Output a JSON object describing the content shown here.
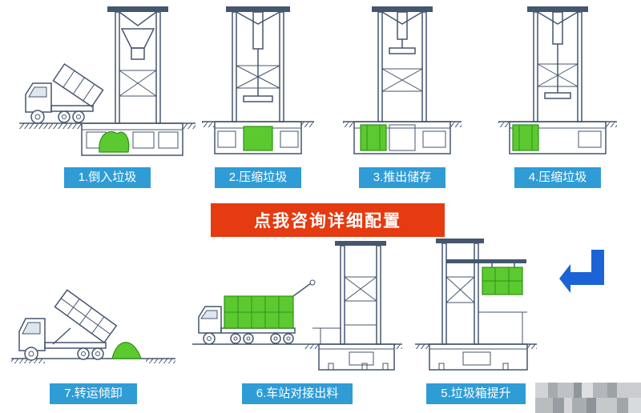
{
  "banner": {
    "label": "点我咨询详细配置",
    "bg_color": "#e63a10",
    "text_color": "#ffffff"
  },
  "steps": {
    "top": [
      {
        "label": "1.倒入垃圾",
        "diagram": "dump-truck-tipping-into-pit-station"
      },
      {
        "label": "2.压缩垃圾",
        "diagram": "compression-tower-ram-pressing"
      },
      {
        "label": "3.推出储存",
        "diagram": "compression-tower-pushed-storage"
      },
      {
        "label": "4.压缩垃圾",
        "diagram": "compression-tower-ram-pressing"
      }
    ],
    "bottom": [
      {
        "label": "7.转运倾卸",
        "diagram": "transfer-truck-tipping-unload"
      },
      {
        "label": "6.车站对接出料",
        "diagram": "truck-docking-station-discharge"
      },
      {
        "label": "5.垃圾箱提升",
        "diagram": "container-hoist-tower"
      }
    ]
  },
  "icons": {
    "flow_arrow": "elbow-arrow-left"
  },
  "colors": {
    "step_label_bg": "#2f9cd6",
    "step_label_text": "#ffffff",
    "banner_bg": "#e63a10",
    "diagram_line": "#45566e",
    "garbage_green": "#5cc930",
    "arrow_blue": "#1b63d6"
  }
}
